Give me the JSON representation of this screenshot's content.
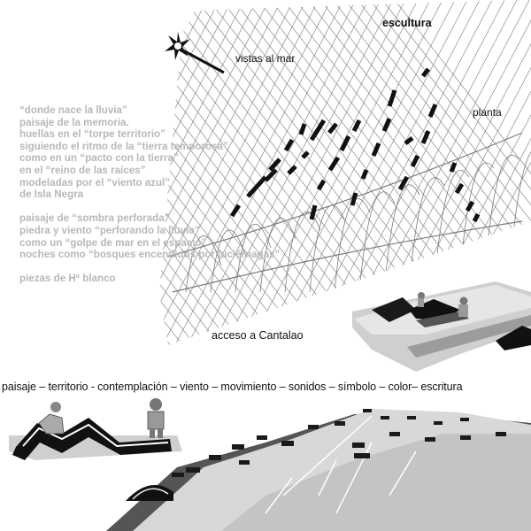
{
  "labels": {
    "escultura": "escultura",
    "vistas": "vistas al mar",
    "planta": "planta",
    "acceso": "acceso a Cantalao"
  },
  "poem": {
    "stanza1": [
      "“donde nace la lluvia”",
      "paisaje de la memoria.",
      "huellas en el “torpe territorio”",
      "siguiendo el ritmo de la “tierra temporosa”",
      "como en un “pacto con la tierra”",
      "en el “reino de las raíces”",
      "modeladas por el “viento azul”",
      "de Isla Negra"
    ],
    "stanza2": [
      "paisaje de “sombra perforada”",
      "piedra y viento “perforando la lluvia”",
      "como un “golpe de mar en el espacio”",
      "noches como “bosques encendidos por luciérnagas”"
    ],
    "stanza3": [
      "piezas de Hº blanco"
    ]
  },
  "keywords": "paisaje – territorio - contemplación – viento – movimiento – sonidos – símbolo – color– escritura",
  "colors": {
    "ink": "#111111",
    "poem_gray": "#b8b8b8",
    "grid": "#8a8a8a",
    "terrain": "#d4d4d4",
    "terrain_dark": "#9a9a9a"
  },
  "icons": {
    "compass": "compass-star-icon"
  }
}
